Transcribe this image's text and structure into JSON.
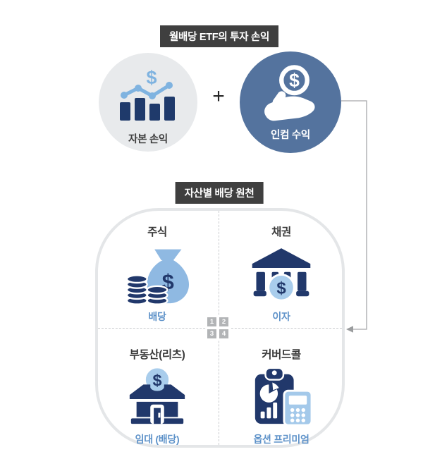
{
  "title_badge": "월배당 ETF의 투자 손익",
  "section_badge": "자산별 배당 원천",
  "formula": {
    "capital": {
      "label": "자본 손익",
      "icon": "bar-chart-trend-icon"
    },
    "operator": "+",
    "income": {
      "label": "인컴 수익",
      "icon": "hand-coin-icon"
    }
  },
  "quadrants": [
    {
      "num": "1",
      "title": "주식",
      "source": "배당",
      "icon": "money-bag-coins-icon"
    },
    {
      "num": "2",
      "title": "채권",
      "source": "이자",
      "icon": "bank-coin-icon"
    },
    {
      "num": "3",
      "title": "부동산(리츠)",
      "source": "임대 (배당)",
      "icon": "house-coin-icon"
    },
    {
      "num": "4",
      "title": "커버드콜",
      "source": "옵션 프리미엄",
      "icon": "clipboard-calculator-icon"
    }
  ],
  "glyphs": {
    "dollar": "$"
  },
  "colors": {
    "badge_bg": "#3f3f3f",
    "navy": "#21386b",
    "steel_blue": "#54739e",
    "light_blue": "#8fb9e2",
    "pale_blue": "#a9cdec",
    "trend_blue": "#7fb3e0",
    "label_blue": "#5e92c9",
    "gray_circle": "#e8eaec",
    "chip_gray": "#b2b4b6",
    "arrow_gray": "#a6a8aa"
  }
}
